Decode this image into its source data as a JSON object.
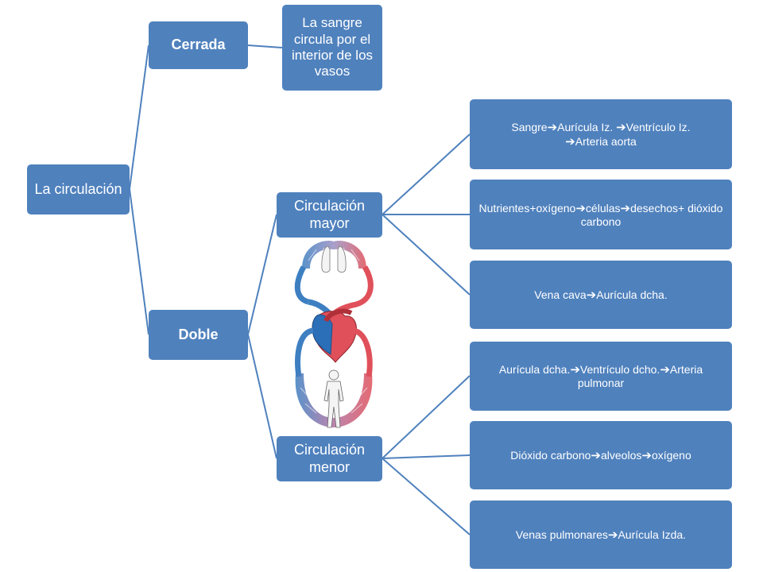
{
  "root": {
    "label": "La circulación"
  },
  "branches": {
    "cerrada": {
      "label": "Cerrada",
      "description": "La sangre circula por el interior de los vasos"
    },
    "doble": {
      "label": "Doble",
      "mayor": {
        "label": "Circulación mayor",
        "steps": [
          [
            "Sangre",
            "Aurícula Iz. ",
            "Ventrículo Iz. ",
            "Arteria aorta"
          ],
          [
            "Nutrientes+oxígeno",
            "células",
            "desechos+ dióxido carbono"
          ],
          [
            "Vena cava",
            "Aurícula dcha."
          ]
        ]
      },
      "menor": {
        "label": "Circulación menor",
        "steps": [
          [
            "Aurícula dcha.",
            "Ventrículo dcho.",
            "Arteria pulmonar"
          ],
          [
            "Dióxido carbono",
            "alveolos",
            "oxígeno"
          ],
          [
            "Venas pulmonares",
            "Aurícula Izda."
          ]
        ]
      }
    }
  },
  "arrow_glyph": "➔",
  "colors": {
    "box": "#4f81bd",
    "connector": "#4f81bd",
    "text": "#ffffff",
    "venous_blood": "#3d7fc1",
    "arterial_blood": "#e0505a"
  },
  "illustration": {
    "icon": "circulatory-system-illustration"
  }
}
